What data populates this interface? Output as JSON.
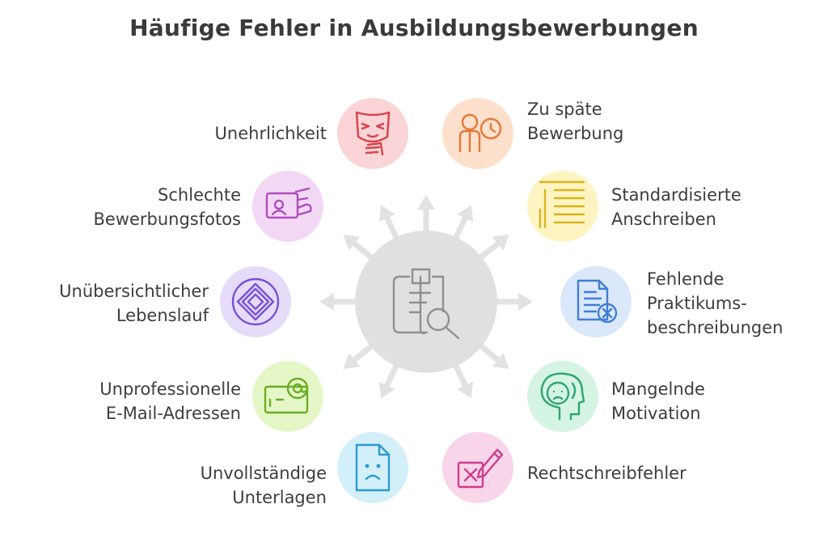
{
  "title": "Häufige Fehler in Ausbildungsbewerbungen",
  "center": {
    "icon": "clipboard-search-icon"
  },
  "items": [
    {
      "id": "unehrlichkeit",
      "lines": [
        "Unehrlichkeit"
      ],
      "icon": "mask-icon",
      "color": "#fad4d6",
      "stroke": "#d8424c"
    },
    {
      "id": "zu-spaete-bewerbung",
      "lines": [
        "Zu späte",
        "Bewerbung"
      ],
      "icon": "person-clock-icon",
      "color": "#fde0cc",
      "stroke": "#e27a37"
    },
    {
      "id": "schlechte-bewerbungsfotos",
      "lines": [
        "Schlechte",
        "Bewerbungsfotos"
      ],
      "icon": "photo-card-icon",
      "color": "#f3d8f6",
      "stroke": "#b04cbf"
    },
    {
      "id": "standardisierte-anschreiben",
      "lines": [
        "Standardisierte",
        "Anschreiben"
      ],
      "icon": "lines-document-icon",
      "color": "#fdf4c1",
      "stroke": "#d8b320"
    },
    {
      "id": "unuebersichtlicher-lebenslauf",
      "lines": [
        "Unübersichtlicher",
        "Lebenslauf"
      ],
      "icon": "maze-icon",
      "color": "#e4dcf8",
      "stroke": "#7a4fd6"
    },
    {
      "id": "fehlende-praktikumsbeschreibungen",
      "lines": [
        "Fehlende",
        "Praktikums-",
        "beschreibungen"
      ],
      "icon": "document-x-icon",
      "color": "#dbe7fb",
      "stroke": "#3f7fd6"
    },
    {
      "id": "unprofessionelle-email",
      "lines": [
        "Unprofessionelle",
        "E-Mail-Adressen"
      ],
      "icon": "email-at-icon",
      "color": "#e6f7c7",
      "stroke": "#6aae23"
    },
    {
      "id": "mangelnde-motivation",
      "lines": [
        "Mangelnde",
        "Motivation"
      ],
      "icon": "sad-head-icon",
      "color": "#d5f4e4",
      "stroke": "#2fa66d"
    },
    {
      "id": "unvollstaendige-unterlagen",
      "lines": [
        "Unvollständige",
        "Unterlagen"
      ],
      "icon": "sad-document-icon",
      "color": "#d3effa",
      "stroke": "#2a9bcf"
    },
    {
      "id": "rechtschreibfehler",
      "lines": [
        "Rechtschreibfehler"
      ],
      "icon": "pencil-x-icon",
      "color": "#f9d5ea",
      "stroke": "#cf3d8d"
    }
  ]
}
